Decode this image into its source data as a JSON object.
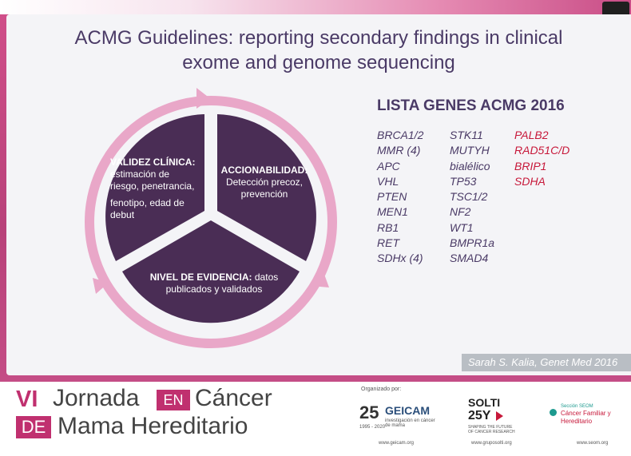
{
  "slide": {
    "title": "ACMG Guidelines: reporting secondary findings in clinical exome and genome sequencing",
    "title_line1": "ACMG Guidelines: reporting secondary findings in clinical",
    "title_line2": "exome and genome sequencing",
    "wheel": {
      "left": {
        "heading": "VALIDEZ CLÍNICA:",
        "lines": [
          "estimación de",
          "riesgo, penetrancia,",
          "fenotipo, edad de",
          "debut"
        ]
      },
      "right": {
        "heading": "ACCIONABILIDAD:",
        "lines": [
          "Detección precoz,",
          "prevención"
        ]
      },
      "bottom": {
        "heading": "NIVEL DE EVIDENCIA:",
        "rest": " datos",
        "line2": "publicados y validados"
      }
    },
    "genes": {
      "title": "LISTA GENES ACMG 2016",
      "col1": [
        "BRCA1/2",
        "MMR (4)",
        "APC",
        "VHL",
        "PTEN",
        "MEN1",
        "RB1",
        "RET",
        "SDHx (4)"
      ],
      "col2": [
        "STK11",
        "MUTYH",
        "bialélico",
        "TP53",
        "TSC1/2",
        "NF2",
        "WT1",
        "BMPR1a",
        "SMAD4"
      ],
      "col3": [
        "PALB2",
        "RAD51C/D",
        "BRIP1",
        "SDHA"
      ]
    },
    "citation": "Sarah S. Kalia, Genet Med 2016"
  },
  "footer": {
    "vi": "VI",
    "jornada": "Jornada",
    "en": "EN",
    "cancer": "Cáncer",
    "de": "DE",
    "mama": "Mama Hereditario",
    "organizado": "Organizado por:",
    "geicam": {
      "num": "25",
      "name": "GEICAM",
      "sub": "investigación en cáncer de mama",
      "years": "1995 - 2020",
      "url": "www.geicam.org"
    },
    "solti": {
      "name": "SOLTI",
      "num": "25Y",
      "sub": "SHAPING THE FUTURE OF CANCER RESEARCH",
      "url": "www.gruposolti.org"
    },
    "seom": {
      "seccion": "Sección SEOM",
      "line1": "Cáncer Familiar y",
      "line2": "Hereditario",
      "url": "www.seom.org"
    }
  },
  "colors": {
    "frame": "#c44d86",
    "wheel_dark": "#4a2d55",
    "wheel_ring": "#e8a8c8",
    "accent": "#c0306f",
    "gene_red": "#c7183a"
  }
}
